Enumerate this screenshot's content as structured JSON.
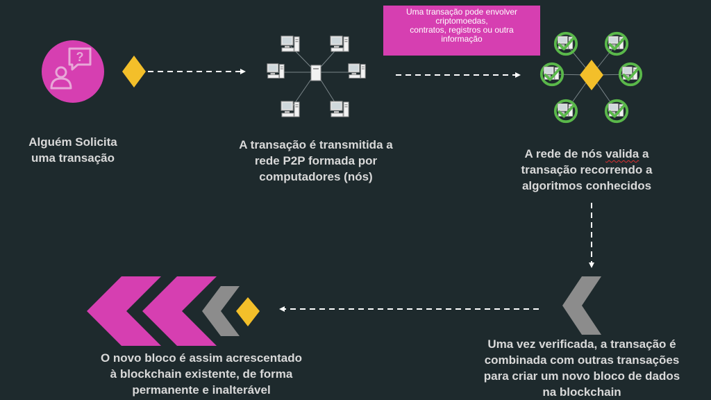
{
  "colors": {
    "background": "#1e2a2d",
    "magenta": "#d63fb1",
    "gold": "#f3bf2a",
    "gray": "#8c8c8c",
    "check_green": "#5ab84a",
    "text": "#d9d9d9"
  },
  "steps": {
    "request": {
      "caption": "Alguém Solicita\numa transação"
    },
    "broadcast": {
      "caption": "A transação é transmitida a\nrede P2P formada por\ncomputadores (nós)"
    },
    "validate": {
      "line1_pre": "A rede de nós ",
      "line1_emphasis": "valida",
      "line1_post": " a",
      "line2": "transação recorrendo a",
      "line3": "algoritmos conhecidos"
    },
    "combine": {
      "caption": "Uma vez verificada, a transação é\ncombinada com outras transações\npara criar um novo bloco de dados\nna blockchain"
    },
    "append": {
      "caption": "O novo bloco é assim acrescentado\nà blockchain existente, de forma\npermanente e inalterável"
    }
  },
  "note": {
    "text": "Uma transação pode envolver\ncriptomoedas,\ncontratos, registros ou outra\ninformação"
  },
  "icons": {
    "request": "person-question-icon",
    "token": "diamond-token-icon",
    "network": "p2p-network-icon",
    "validated_network": "validated-network-icon",
    "chevrons": "chevron-blocks-icon"
  }
}
